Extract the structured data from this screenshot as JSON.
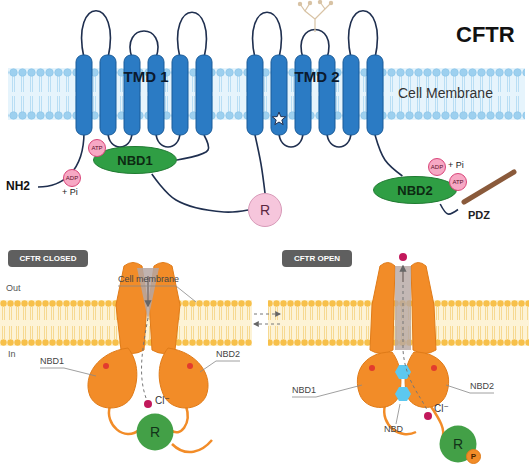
{
  "diagram": {
    "title": "CFTR",
    "nodes": [
      {
        "text": [
          "TMD 1"
        ]
      },
      {
        "text": [
          "TMD 2"
        ]
      },
      {
        "text": [
          "ATP"
        ]
      },
      {
        "text": [
          "NBD1"
        ]
      },
      {
        "text": [
          "ADP",
          "+ Pi"
        ]
      },
      {
        "text": [
          "ADP",
          "+ Pi"
        ]
      },
      {
        "text": [
          "ATP"
        ]
      },
      {
        "text": [
          "NBD2"
        ]
      },
      {
        "text": [
          "R"
        ]
      },
      {
        "text": [
          "PDZ"
        ]
      },
      {
        "text": [
          "CFTR CLOSED"
        ]
      },
      {
        "text": [
          "CFTR OPEN"
        ]
      },
      {
        "text": [
          "R"
        ]
      },
      {
        "text": [
          "R"
        ]
      },
      {
        "text": [
          "P"
        ]
      }
    ],
    "edges": [
      {
        "from": 0,
        "to": 3,
        "arrow": "none"
      },
      {
        "from": 3,
        "to": 8,
        "arrow": "none"
      },
      {
        "from": 8,
        "to": 1,
        "arrow": "none"
      },
      {
        "from": 1,
        "to": 7,
        "arrow": "none"
      },
      {
        "from": 7,
        "to": 9,
        "arrow": "none"
      }
    ],
    "labels": [
      "NH2",
      "Cell Membrane",
      "Out",
      "Cell membrane",
      "NBD1",
      "NBD2",
      "In",
      "Cl⁻",
      "NBD1",
      "NBD2",
      "NBD",
      "Cl⁻"
    ]
  }
}
